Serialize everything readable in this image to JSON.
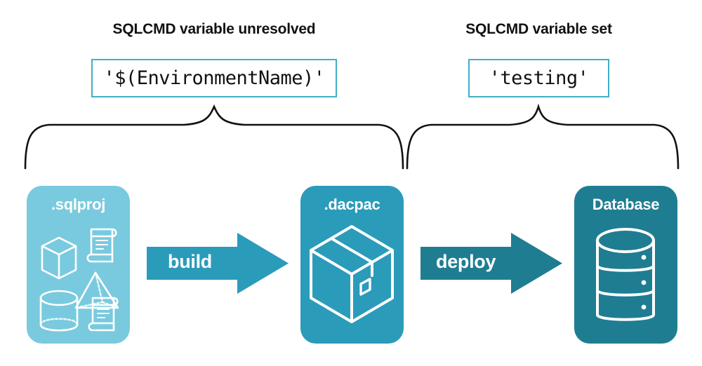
{
  "headers": {
    "left": "SQLCMD variable unresolved",
    "right": "SQLCMD variable set"
  },
  "code_boxes": {
    "left": "'$(EnvironmentName)'",
    "right": "'testing'"
  },
  "cards": [
    {
      "id": "sqlproj",
      "label": ".sqlproj",
      "fill": "#79CADE",
      "icons": [
        "cube-icon",
        "scroll-icon",
        "pyramid-icon",
        "cylinder-icon",
        "scroll-icon"
      ]
    },
    {
      "id": "dacpac",
      "label": ".dacpac",
      "fill": "#2B9BBA",
      "icons": [
        "package-box-icon"
      ]
    },
    {
      "id": "database",
      "label": "Database",
      "fill": "#1F7D92",
      "icons": [
        "database-cylinder-icon"
      ]
    }
  ],
  "arrows": [
    {
      "id": "build",
      "label": "build",
      "fill": "#2B9BBA"
    },
    {
      "id": "deploy",
      "label": "deploy",
      "fill": "#1F7D92"
    }
  ],
  "colors": {
    "light_blue": "#79CADE",
    "mid_blue": "#2B9BBA",
    "dark_teal": "#1F7D92",
    "border_blue": "#3FAFC8",
    "text_dark": "#111111",
    "background": "#FFFFFF"
  }
}
